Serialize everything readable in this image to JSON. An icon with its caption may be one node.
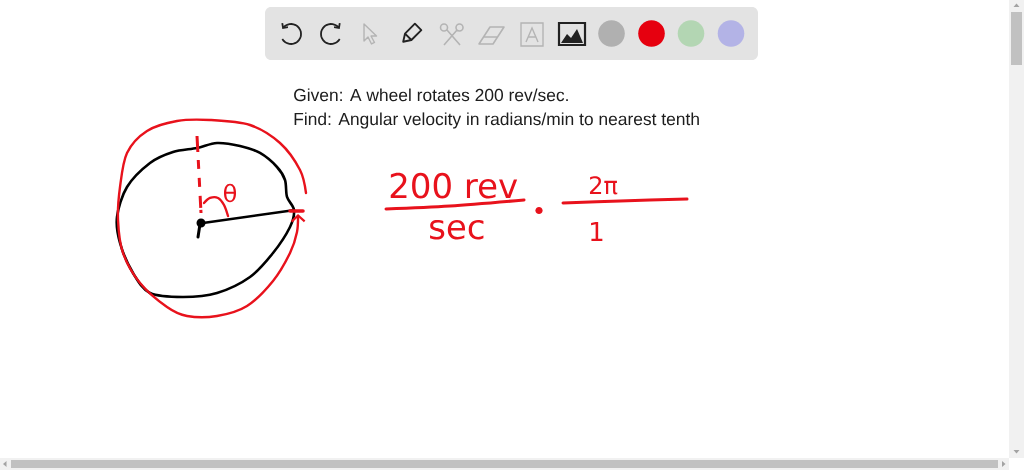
{
  "diagram": {
    "labels": [
      "Given: A wheel rotates 200 rev/sec.",
      "Find: Angular velocity in radians/min to nearest tenth",
      "θ",
      "200 rev",
      "sec",
      "2π",
      "1"
    ]
  }
}
